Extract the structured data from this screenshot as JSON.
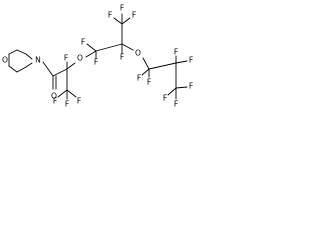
{
  "structure": {
    "atoms": [
      {
        "id": "o_ring",
        "label": "O"
      },
      {
        "id": "n_ring",
        "label": "N"
      },
      {
        "id": "o_carbonyl",
        "label": "O"
      },
      {
        "id": "f_a1",
        "label": "F"
      },
      {
        "id": "o_ether1",
        "label": "O"
      },
      {
        "id": "f_cf3a_1",
        "label": "F"
      },
      {
        "id": "f_cf3a_2",
        "label": "F"
      },
      {
        "id": "f_cf3a_3",
        "label": "F"
      },
      {
        "id": "f_ch2_1",
        "label": "F"
      },
      {
        "id": "f_ch2_2",
        "label": "F"
      },
      {
        "id": "f_b1",
        "label": "F"
      },
      {
        "id": "f_cf3b_1",
        "label": "F"
      },
      {
        "id": "f_cf3b_2",
        "label": "F"
      },
      {
        "id": "f_cf3b_3",
        "label": "F"
      },
      {
        "id": "o_ether2",
        "label": "O"
      },
      {
        "id": "f_c1_1",
        "label": "F"
      },
      {
        "id": "f_c1_2",
        "label": "F"
      },
      {
        "id": "f_c2_1",
        "label": "F"
      },
      {
        "id": "f_c2_2",
        "label": "F"
      },
      {
        "id": "f_c3_1",
        "label": "F"
      },
      {
        "id": "f_c3_2",
        "label": "F"
      },
      {
        "id": "f_c3_3",
        "label": "F"
      }
    ]
  }
}
